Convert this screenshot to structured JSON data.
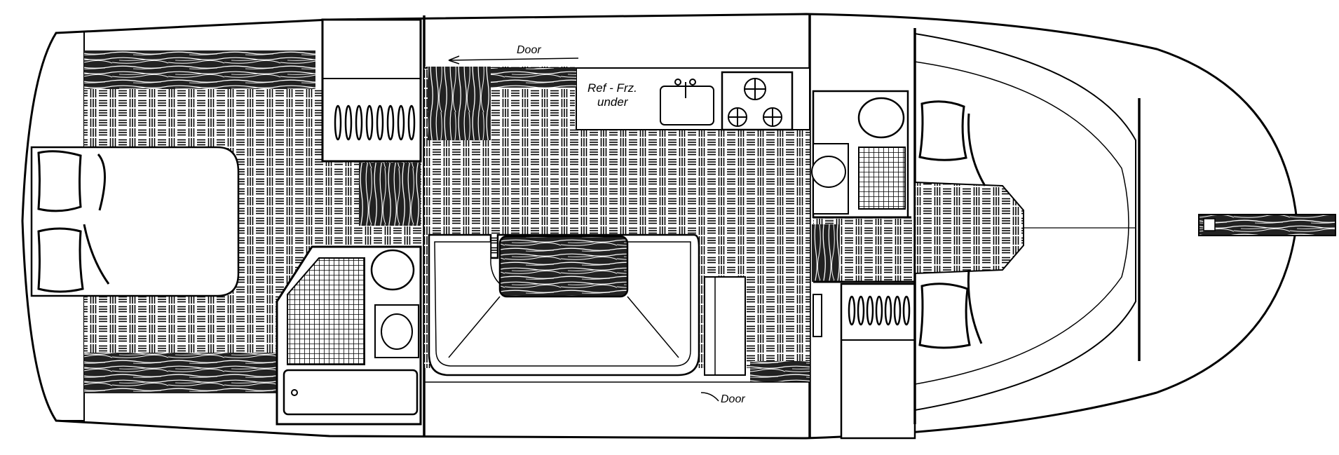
{
  "labels": {
    "door_top": "Door",
    "door_bottom": "Door",
    "fridge_line1": "Ref - Frz.",
    "fridge_line2": "under"
  },
  "colors": {
    "ink": "#000000",
    "paper": "#ffffff"
  },
  "icons": {
    "pillow": "pillow-icon",
    "sink": "sink-icon",
    "toilet": "toilet-icon",
    "stove": "stove-burner-icon",
    "faucet": "faucet-icon",
    "hanging_clothes": "hanging-clothes-icon"
  }
}
